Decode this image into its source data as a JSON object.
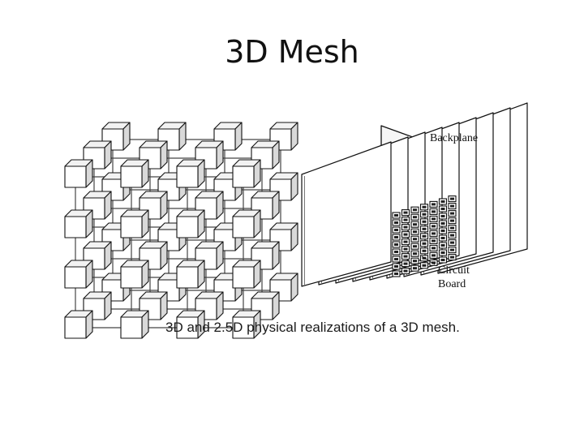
{
  "slide": {
    "title": "3D Mesh"
  },
  "figure": {
    "caption": "3D and 2.5D physical realizations of a 3D mesh.",
    "labels": {
      "backplane": "Backplane",
      "circuit_line1": "Circuit",
      "circuit_line2": "Board"
    },
    "mesh_3d": {
      "grid": [
        4,
        4,
        3
      ]
    },
    "mesh_2_5d": {
      "boards": 9,
      "chip_rows": 9,
      "chip_cols": 7
    }
  }
}
